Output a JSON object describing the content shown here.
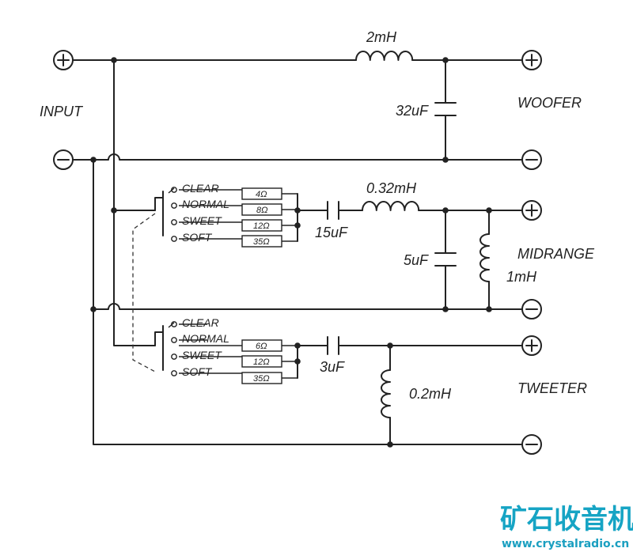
{
  "labels": {
    "input": "INPUT",
    "woofer": "WOOFER",
    "midrange": "MIDRANGE",
    "tweeter": "TWEETER"
  },
  "components": {
    "woofer_inductor": "2mH",
    "woofer_cap": "32uF",
    "mid_series_cap": "15uF",
    "mid_series_inductor": "0.32mH",
    "mid_shunt_cap": "5uF",
    "mid_shunt_inductor": "1mH",
    "tweeter_series_cap": "3uF",
    "tweeter_shunt_inductor": "0.2mH"
  },
  "switches": {
    "mid": {
      "positions": [
        "CLEAR",
        "NORMAL",
        "SWEET",
        "SOFT"
      ],
      "resistors": [
        "4Ω",
        "8Ω",
        "12Ω",
        "35Ω"
      ]
    },
    "tweeter": {
      "positions": [
        "CLEAR",
        "NORMAL",
        "SWEET",
        "SOFT"
      ],
      "resistors": [
        "6Ω",
        "12Ω",
        "35Ω"
      ]
    }
  },
  "watermark": {
    "chinese": "矿石收音机",
    "url": "www.crystalradio.cn"
  },
  "colors": {
    "ink": "#222222",
    "watermark": "#16a4c4"
  }
}
